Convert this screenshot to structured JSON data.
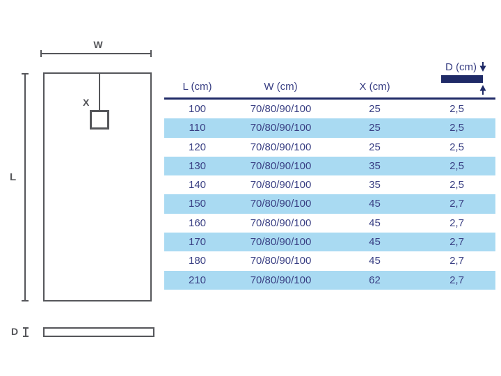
{
  "diagram": {
    "width_label": "W",
    "length_label": "L",
    "drain_offset_label": "X",
    "depth_label": "D"
  },
  "table": {
    "columns": [
      "L (cm)",
      "W (cm)",
      "X (cm)",
      "D (cm)"
    ],
    "rows": [
      {
        "l": "100",
        "w": "70/80/90/100",
        "x": "25",
        "d": "2,5"
      },
      {
        "l": "110",
        "w": "70/80/90/100",
        "x": "25",
        "d": "2,5"
      },
      {
        "l": "120",
        "w": "70/80/90/100",
        "x": "25",
        "d": "2,5"
      },
      {
        "l": "130",
        "w": "70/80/90/100",
        "x": "35",
        "d": "2,5"
      },
      {
        "l": "140",
        "w": "70/80/90/100",
        "x": "35",
        "d": "2,5"
      },
      {
        "l": "150",
        "w": "70/80/90/100",
        "x": "45",
        "d": "2,7"
      },
      {
        "l": "160",
        "w": "70/80/90/100",
        "x": "45",
        "d": "2,7"
      },
      {
        "l": "170",
        "w": "70/80/90/100",
        "x": "45",
        "d": "2,7"
      },
      {
        "l": "180",
        "w": "70/80/90/100",
        "x": "45",
        "d": "2,7"
      },
      {
        "l": "210",
        "w": "70/80/90/100",
        "x": "62",
        "d": "2,7"
      }
    ]
  },
  "icons": {
    "depth_down_arrow": "arrow-down-icon",
    "depth_up_arrow": "arrow-up-icon"
  },
  "colors": {
    "navy_text": "#3a4084",
    "dark_navy": "#1f2a67",
    "stripe_blue": "#a9daf2",
    "diagram_gray": "#55565a"
  }
}
